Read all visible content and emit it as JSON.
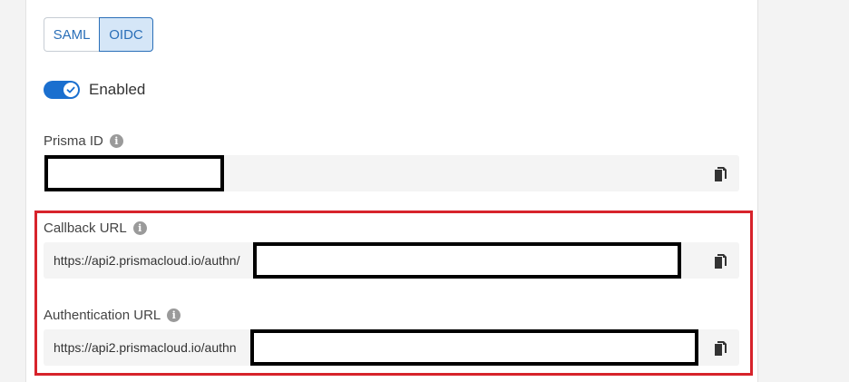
{
  "tabs": [
    {
      "label": "SAML"
    },
    {
      "label": "OIDC"
    }
  ],
  "toggle": {
    "label": "Enabled"
  },
  "fields": {
    "prisma_id": {
      "label": "Prisma ID",
      "value": ""
    },
    "callback_url": {
      "label": "Callback URL",
      "value": "https://api2.prismacloud.io/authn/"
    },
    "authentication_url": {
      "label": "Authentication URL",
      "value": "https://api2.prismacloud.io/authn"
    }
  },
  "colors": {
    "accent": "#1a6fcf",
    "highlight": "#d7232b"
  }
}
